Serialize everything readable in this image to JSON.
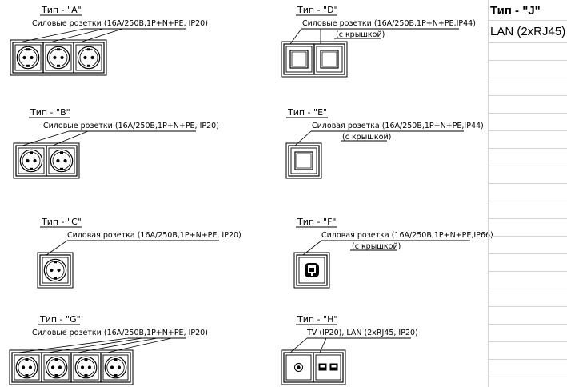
{
  "drawing": {
    "blocks": [
      {
        "id": "A",
        "title": "Тип - \"A\"",
        "desc": "Силовые розетки (16А/250В,1P+N+PE, IP20)",
        "subdesc": "",
        "icons": [
          "schuko",
          "schuko",
          "schuko"
        ]
      },
      {
        "id": "D",
        "title": "Тип - \"D\"",
        "desc": "Силовые розетки (16А/250В,1P+N+PE,IP44)",
        "subdesc": "(с крышкой)",
        "icons": [
          "lid",
          "lid"
        ]
      },
      {
        "id": "B",
        "title": "Тип - \"B\"",
        "desc": "Силовые розетки (16А/250В,1P+N+PE, IP20)",
        "subdesc": "",
        "icons": [
          "schuko",
          "schuko"
        ]
      },
      {
        "id": "E",
        "title": "Тип - \"E\"",
        "desc": "Силовая розетка (16А/250В,1P+N+PE,IP44)",
        "subdesc": "(с крышкой)",
        "icons": [
          "lid"
        ]
      },
      {
        "id": "C",
        "title": "Тип - \"C\"",
        "desc": "Силовая розетка (16А/250В,1P+N+PE, IP20)",
        "subdesc": "",
        "icons": [
          "schuko"
        ]
      },
      {
        "id": "F",
        "title": "Тип - \"F\"",
        "desc": "Силовая розетка (16А/250В,1P+N+PE,IP66)",
        "subdesc": "(с крышкой)",
        "icons": [
          "ip66"
        ]
      },
      {
        "id": "G",
        "title": "Тип - \"G\"",
        "desc": "Силовые розетки (16А/250В,1P+N+PE, IP20)",
        "subdesc": "",
        "icons": [
          "schuko",
          "schuko",
          "schuko",
          "schuko"
        ]
      },
      {
        "id": "H",
        "title": "Тип - \"H\"",
        "desc": "TV (IP20), LAN (2xRJ45, IP20)",
        "subdesc": "",
        "icons": [
          "tv",
          "lan"
        ]
      }
    ]
  },
  "sheet": {
    "cells": [
      {
        "text": "Тип - \"J\"",
        "bold": true
      },
      {
        "text": "LAN (2xRJ45)",
        "bold": false
      }
    ]
  }
}
